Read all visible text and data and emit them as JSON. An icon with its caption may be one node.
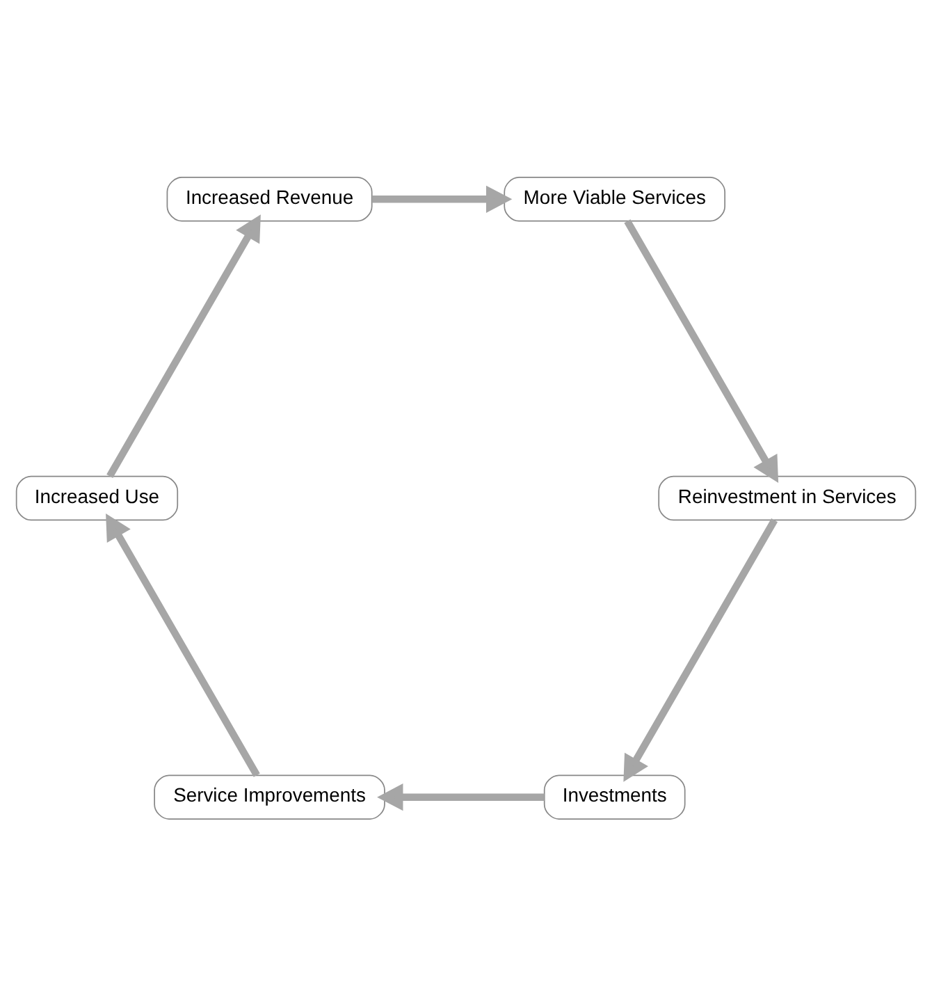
{
  "diagram": {
    "nodes": [
      {
        "text": [
          "Investments"
        ]
      },
      {
        "text": [
          "Service Improvements"
        ]
      },
      {
        "text": [
          "Increased Use"
        ]
      },
      {
        "text": [
          "Increased Revenue"
        ]
      },
      {
        "text": [
          "More Viable Services"
        ]
      },
      {
        "text": [
          "Reinvestment in Services"
        ]
      }
    ],
    "edges": [
      {
        "from": 0,
        "to": 1,
        "arrow": "to"
      },
      {
        "from": 1,
        "to": 2,
        "arrow": "to"
      },
      {
        "from": 2,
        "to": 3,
        "arrow": "to"
      },
      {
        "from": 3,
        "to": 4,
        "arrow": "to"
      },
      {
        "from": 4,
        "to": 5,
        "arrow": "to"
      },
      {
        "from": 5,
        "to": 0,
        "arrow": "to"
      }
    ]
  }
}
